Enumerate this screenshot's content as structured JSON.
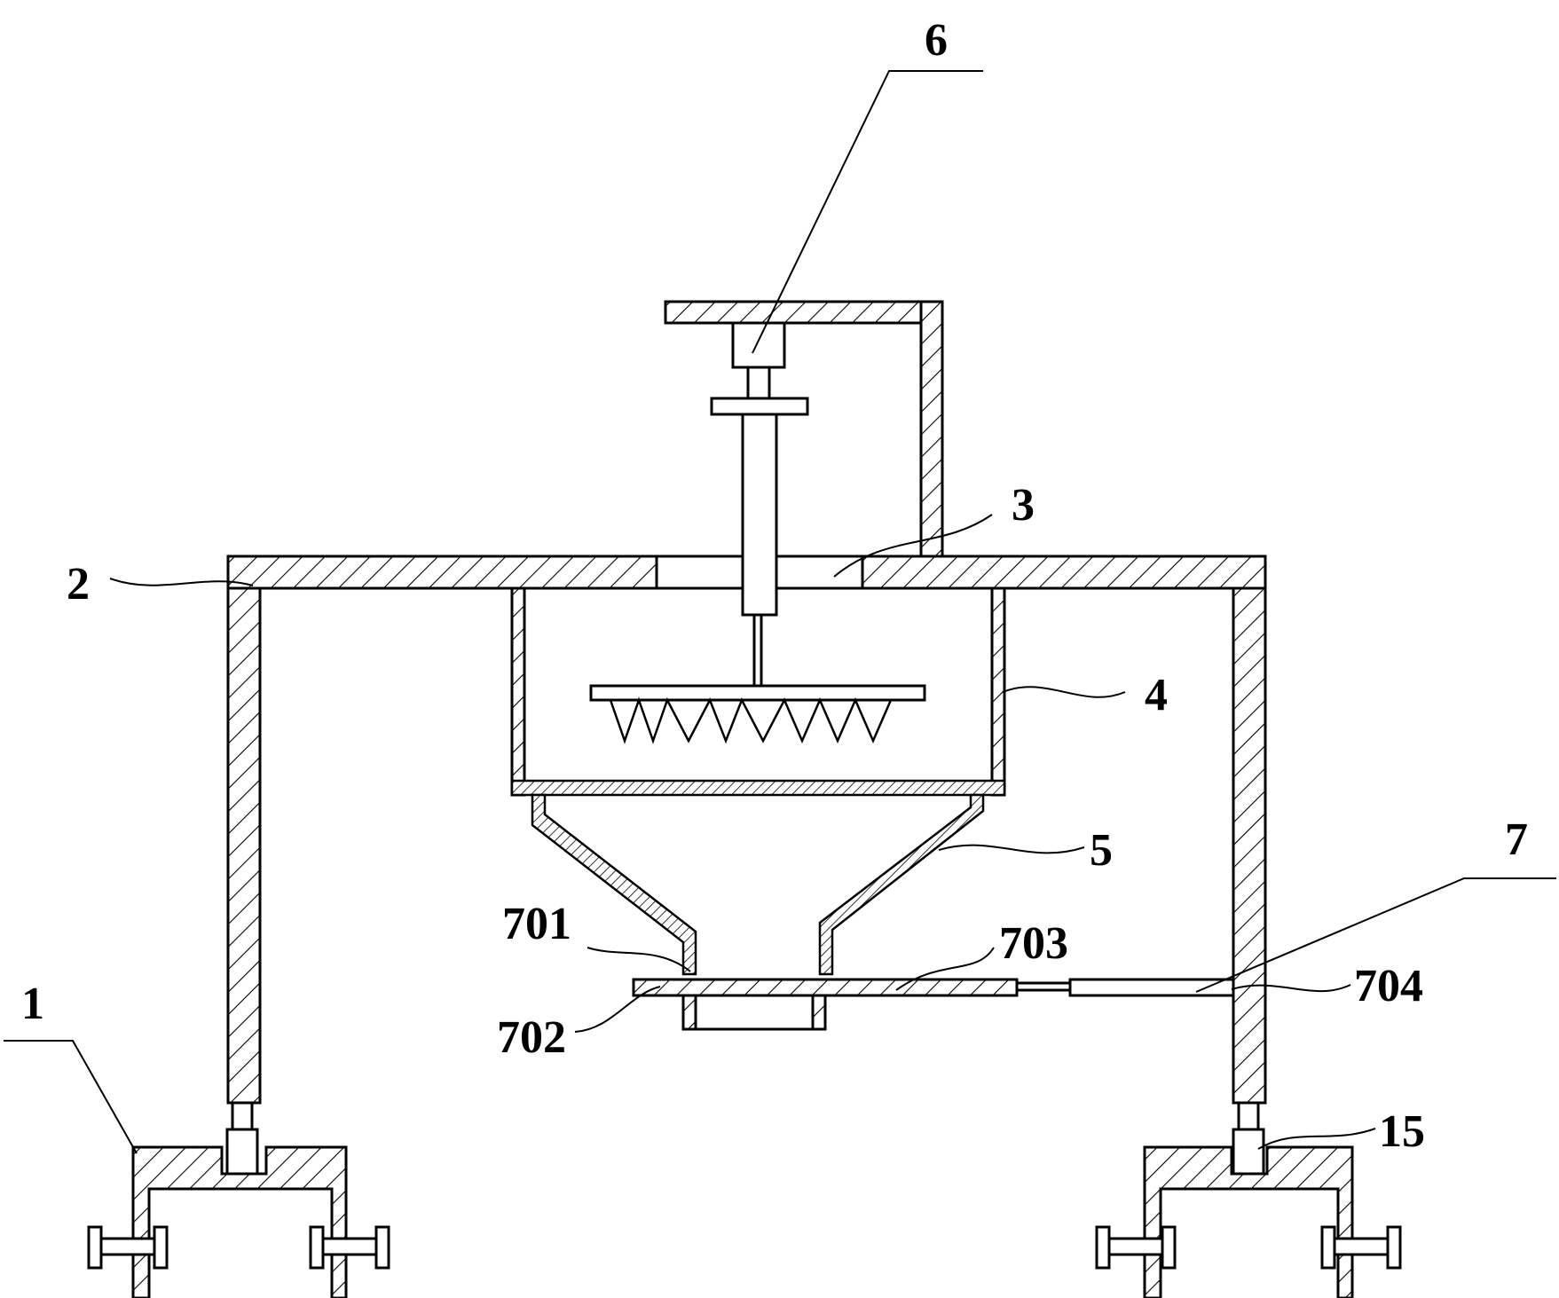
{
  "labels": {
    "l1": "1",
    "l2": "2",
    "l3": "3",
    "l4": "4",
    "l5": "5",
    "l6": "6",
    "l7": "7",
    "l15": "15",
    "l701": "701",
    "l702": "702",
    "l703": "703",
    "l704": "704"
  }
}
